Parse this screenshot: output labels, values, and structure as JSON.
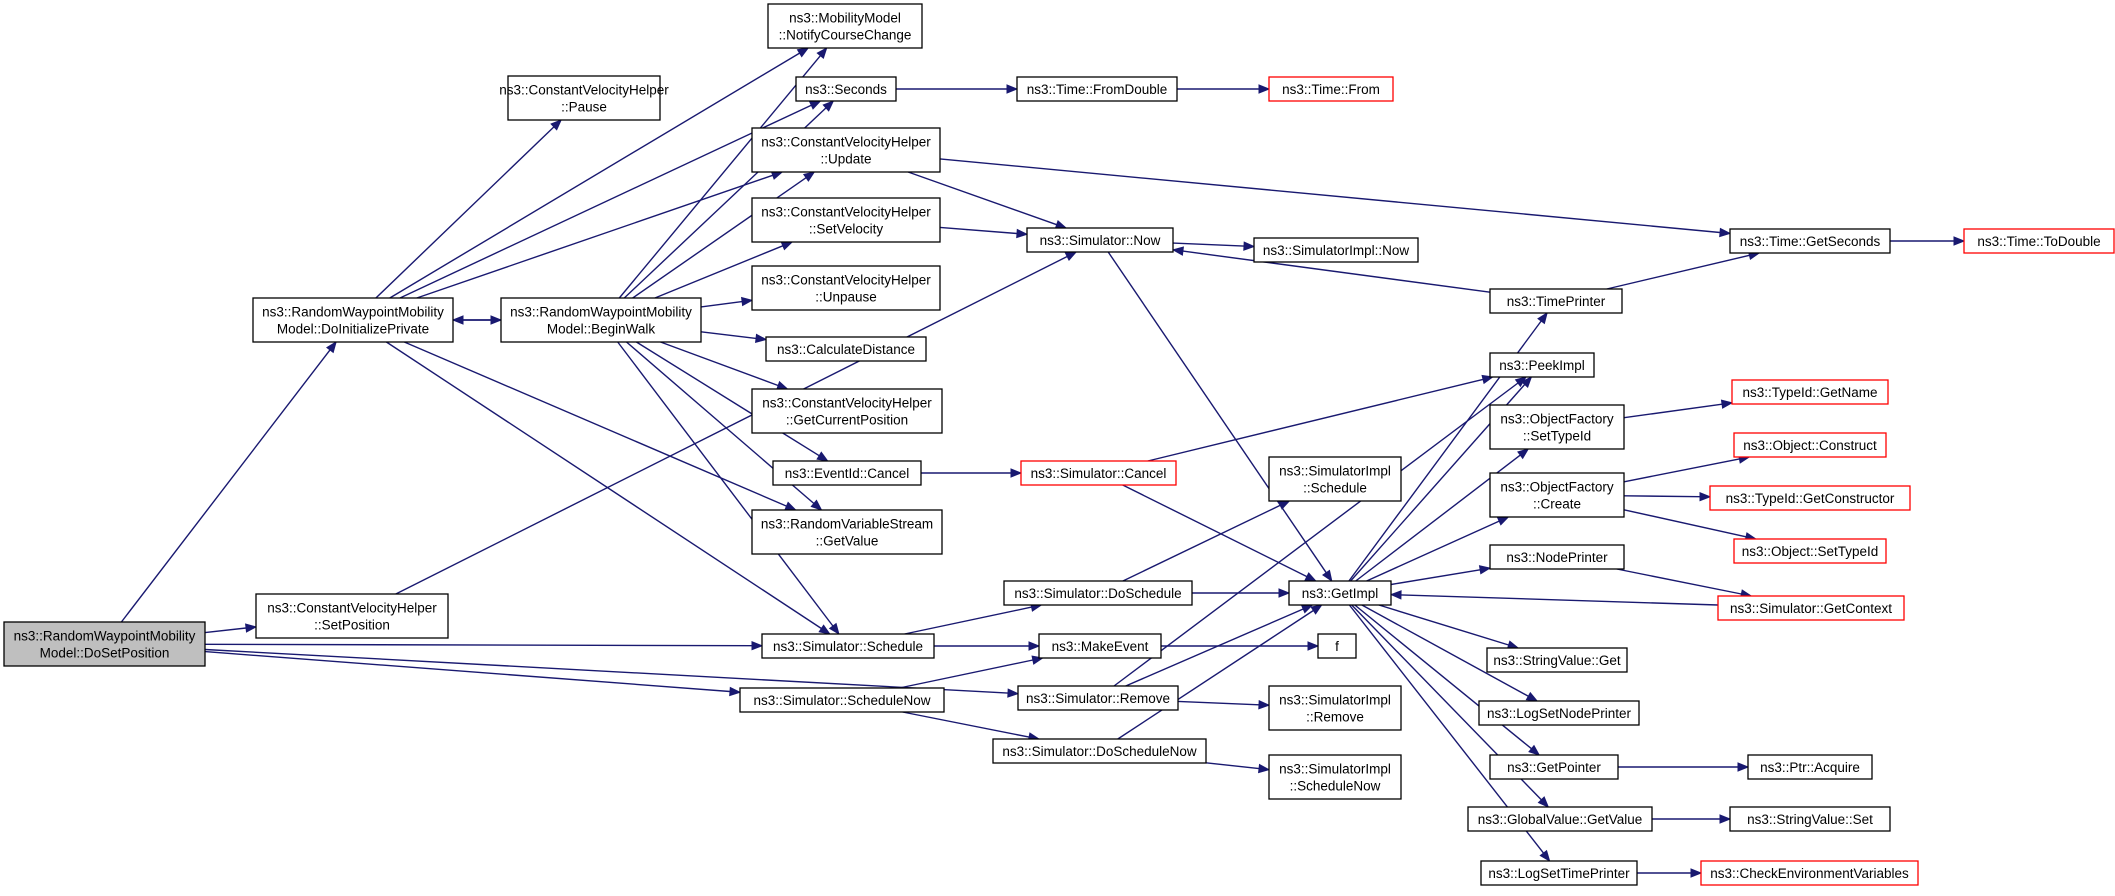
{
  "colors": {
    "edge": "#191970",
    "node_border": "#000000",
    "truncated_border": "#ff0000",
    "root_fill": "#bfbfbf",
    "background": "#ffffff"
  },
  "nodes": [
    {
      "id": "n0",
      "lines": [
        "ns3::RandomWaypointMobility",
        "Model::DoSetPosition"
      ],
      "style": "root"
    },
    {
      "id": "n1",
      "lines": [
        "ns3::RandomWaypointMobility",
        "Model::DoInitializePrivate"
      ],
      "style": "normal"
    },
    {
      "id": "n2",
      "lines": [
        "ns3::ConstantVelocityHelper",
        "::SetPosition"
      ],
      "style": "normal"
    },
    {
      "id": "n3",
      "lines": [
        "ns3::Simulator::Schedule"
      ],
      "style": "normal"
    },
    {
      "id": "n4",
      "lines": [
        "ns3::Simulator::ScheduleNow"
      ],
      "style": "normal"
    },
    {
      "id": "n5",
      "lines": [
        "ns3::Simulator::Remove"
      ],
      "style": "normal"
    },
    {
      "id": "n6",
      "lines": [
        "ns3::ConstantVelocityHelper",
        "::Pause"
      ],
      "style": "normal"
    },
    {
      "id": "n7",
      "lines": [
        "ns3::MobilityModel",
        "::NotifyCourseChange"
      ],
      "style": "normal"
    },
    {
      "id": "n8",
      "lines": [
        "ns3::Seconds"
      ],
      "style": "normal"
    },
    {
      "id": "n9",
      "lines": [
        "ns3::ConstantVelocityHelper",
        "::Update"
      ],
      "style": "normal"
    },
    {
      "id": "n10",
      "lines": [
        "ns3::RandomWaypointMobility",
        "Model::BeginWalk"
      ],
      "style": "normal"
    },
    {
      "id": "n11",
      "lines": [
        "ns3::RandomVariableStream",
        "::GetValue"
      ],
      "style": "normal"
    },
    {
      "id": "n12",
      "lines": [
        "ns3::ConstantVelocityHelper",
        "::SetVelocity"
      ],
      "style": "normal"
    },
    {
      "id": "n13",
      "lines": [
        "ns3::ConstantVelocityHelper",
        "::Unpause"
      ],
      "style": "normal"
    },
    {
      "id": "n14",
      "lines": [
        "ns3::CalculateDistance"
      ],
      "style": "normal"
    },
    {
      "id": "n15",
      "lines": [
        "ns3::ConstantVelocityHelper",
        "::GetCurrentPosition"
      ],
      "style": "normal"
    },
    {
      "id": "n16",
      "lines": [
        "ns3::EventId::Cancel"
      ],
      "style": "normal"
    },
    {
      "id": "n17",
      "lines": [
        "ns3::Time::FromDouble"
      ],
      "style": "normal"
    },
    {
      "id": "n18",
      "lines": [
        "ns3::Time::From"
      ],
      "style": "truncated"
    },
    {
      "id": "n19",
      "lines": [
        "ns3::Simulator::Now"
      ],
      "style": "normal"
    },
    {
      "id": "n20",
      "lines": [
        "ns3::Time::GetSeconds"
      ],
      "style": "normal"
    },
    {
      "id": "n21",
      "lines": [
        "ns3::Time::ToDouble"
      ],
      "style": "truncated"
    },
    {
      "id": "n22",
      "lines": [
        "ns3::SimulatorImpl::Now"
      ],
      "style": "normal"
    },
    {
      "id": "n23",
      "lines": [
        "ns3::GetImpl"
      ],
      "style": "normal"
    },
    {
      "id": "n24",
      "lines": [
        "ns3::Simulator::Cancel"
      ],
      "style": "truncated"
    },
    {
      "id": "n25",
      "lines": [
        "ns3::PeekImpl"
      ],
      "style": "normal"
    },
    {
      "id": "n26",
      "lines": [
        "ns3::Simulator::DoSchedule"
      ],
      "style": "normal"
    },
    {
      "id": "n27",
      "lines": [
        "ns3::MakeEvent"
      ],
      "style": "normal"
    },
    {
      "id": "n28",
      "lines": [
        "ns3::SimulatorImpl",
        "::Schedule"
      ],
      "style": "normal"
    },
    {
      "id": "n29",
      "lines": [
        "f"
      ],
      "style": "normal"
    },
    {
      "id": "n30",
      "lines": [
        "ns3::Simulator::DoScheduleNow"
      ],
      "style": "normal"
    },
    {
      "id": "n31",
      "lines": [
        "ns3::SimulatorImpl",
        "::ScheduleNow"
      ],
      "style": "normal"
    },
    {
      "id": "n32",
      "lines": [
        "ns3::SimulatorImpl",
        "::Remove"
      ],
      "style": "normal"
    },
    {
      "id": "n33",
      "lines": [
        "ns3::TimePrinter"
      ],
      "style": "normal"
    },
    {
      "id": "n34",
      "lines": [
        "ns3::ObjectFactory",
        "::SetTypeId"
      ],
      "style": "normal"
    },
    {
      "id": "n35",
      "lines": [
        "ns3::ObjectFactory",
        "::Create"
      ],
      "style": "normal"
    },
    {
      "id": "n36",
      "lines": [
        "ns3::NodePrinter"
      ],
      "style": "normal"
    },
    {
      "id": "n37",
      "lines": [
        "ns3::StringValue::Get"
      ],
      "style": "normal"
    },
    {
      "id": "n38",
      "lines": [
        "ns3::LogSetNodePrinter"
      ],
      "style": "normal"
    },
    {
      "id": "n39",
      "lines": [
        "ns3::GetPointer"
      ],
      "style": "normal"
    },
    {
      "id": "n40",
      "lines": [
        "ns3::GlobalValue::GetValue"
      ],
      "style": "normal"
    },
    {
      "id": "n41",
      "lines": [
        "ns3::LogSetTimePrinter"
      ],
      "style": "normal"
    },
    {
      "id": "n42",
      "lines": [
        "ns3::TypeId::GetName"
      ],
      "style": "truncated"
    },
    {
      "id": "n43",
      "lines": [
        "ns3::Object::Construct"
      ],
      "style": "truncated"
    },
    {
      "id": "n44",
      "lines": [
        "ns3::TypeId::GetConstructor"
      ],
      "style": "truncated"
    },
    {
      "id": "n45",
      "lines": [
        "ns3::Object::SetTypeId"
      ],
      "style": "truncated"
    },
    {
      "id": "n46",
      "lines": [
        "ns3::Simulator::GetContext"
      ],
      "style": "truncated"
    },
    {
      "id": "n47",
      "lines": [
        "ns3::Ptr::Acquire"
      ],
      "style": "normal"
    },
    {
      "id": "n48",
      "lines": [
        "ns3::StringValue::Set"
      ],
      "style": "normal"
    },
    {
      "id": "n49",
      "lines": [
        "ns3::CheckEnvironmentVariables"
      ],
      "style": "truncated"
    }
  ],
  "edges": [
    [
      "n0",
      "n1"
    ],
    [
      "n0",
      "n2"
    ],
    [
      "n0",
      "n3"
    ],
    [
      "n0",
      "n4"
    ],
    [
      "n0",
      "n5"
    ],
    [
      "n1",
      "n6"
    ],
    [
      "n1",
      "n7"
    ],
    [
      "n1",
      "n8"
    ],
    [
      "n1",
      "n9"
    ],
    [
      "n1",
      "n10"
    ],
    [
      "n1",
      "n11"
    ],
    [
      "n1",
      "n3"
    ],
    [
      "n10",
      "n1"
    ],
    [
      "n10",
      "n7"
    ],
    [
      "n10",
      "n8"
    ],
    [
      "n10",
      "n9"
    ],
    [
      "n10",
      "n12"
    ],
    [
      "n10",
      "n13"
    ],
    [
      "n10",
      "n14"
    ],
    [
      "n10",
      "n15"
    ],
    [
      "n10",
      "n16"
    ],
    [
      "n10",
      "n11"
    ],
    [
      "n10",
      "n3"
    ],
    [
      "n2",
      "n19"
    ],
    [
      "n8",
      "n17"
    ],
    [
      "n17",
      "n18"
    ],
    [
      "n9",
      "n19"
    ],
    [
      "n9",
      "n20"
    ],
    [
      "n12",
      "n19"
    ],
    [
      "n16",
      "n24"
    ],
    [
      "n19",
      "n22"
    ],
    [
      "n19",
      "n23"
    ],
    [
      "n24",
      "n25"
    ],
    [
      "n24",
      "n23"
    ],
    [
      "n3",
      "n26"
    ],
    [
      "n3",
      "n27"
    ],
    [
      "n4",
      "n27"
    ],
    [
      "n4",
      "n30"
    ],
    [
      "n26",
      "n28"
    ],
    [
      "n26",
      "n23"
    ],
    [
      "n27",
      "n29"
    ],
    [
      "n5",
      "n23"
    ],
    [
      "n5",
      "n32"
    ],
    [
      "n5",
      "n25"
    ],
    [
      "n30",
      "n23"
    ],
    [
      "n30",
      "n31"
    ],
    [
      "n23",
      "n33"
    ],
    [
      "n23",
      "n25"
    ],
    [
      "n23",
      "n34"
    ],
    [
      "n23",
      "n35"
    ],
    [
      "n23",
      "n36"
    ],
    [
      "n23",
      "n37"
    ],
    [
      "n23",
      "n38"
    ],
    [
      "n23",
      "n39"
    ],
    [
      "n23",
      "n40"
    ],
    [
      "n23",
      "n41"
    ],
    [
      "n33",
      "n19"
    ],
    [
      "n33",
      "n20"
    ],
    [
      "n20",
      "n21"
    ],
    [
      "n34",
      "n42"
    ],
    [
      "n35",
      "n43"
    ],
    [
      "n35",
      "n44"
    ],
    [
      "n35",
      "n45"
    ],
    [
      "n36",
      "n46"
    ],
    [
      "n46",
      "n23"
    ],
    [
      "n39",
      "n47"
    ],
    [
      "n40",
      "n48"
    ],
    [
      "n41",
      "n49"
    ]
  ]
}
